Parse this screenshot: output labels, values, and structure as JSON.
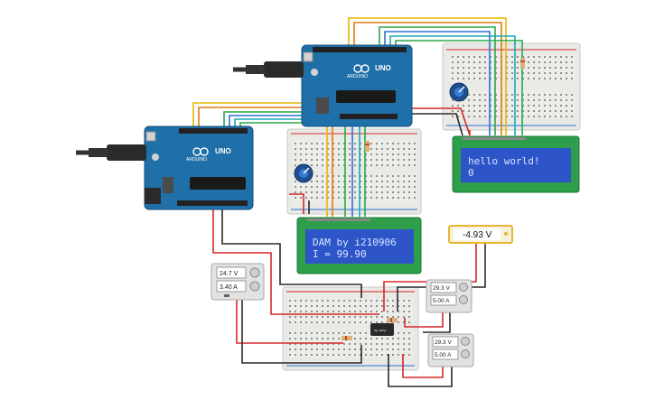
{
  "arduino_upper": {
    "brand": "UNO",
    "mark": "ARDUINO"
  },
  "arduino_lower": {
    "brand": "UNO",
    "mark": "ARDUINO"
  },
  "lcd_right": {
    "line1": "hello world!",
    "line2": "0"
  },
  "lcd_left": {
    "line1": "DAM by i210906",
    "line2": "I = 99.90"
  },
  "multimeter": {
    "reading": "-4.93 V"
  },
  "psu_left": {
    "voltage": "24.7 V",
    "current": "3.40 A"
  },
  "psu_right_top": {
    "voltage": "29.3 V",
    "current": "5.00 A"
  },
  "psu_right_bottom": {
    "voltage": "29.3 V",
    "current": "5.00 A"
  },
  "opamp": {
    "label": "op-amp"
  },
  "colors": {
    "arduino_board": "#1f6fa8",
    "lcd_frame": "#2e9e4a",
    "lcd_screen": "#2d55c8",
    "lcd_text": "#d8e4ff",
    "breadboard": "#e9e9e6",
    "wire_red": "#d62828",
    "wire_black": "#2a2a2a",
    "wire_yellow": "#e6b800",
    "wire_orange": "#e07b12",
    "wire_green": "#2aa84a",
    "wire_blue": "#2b6fd6",
    "wire_teal": "#1aa9b5",
    "multimeter_border": "#e8b631"
  }
}
